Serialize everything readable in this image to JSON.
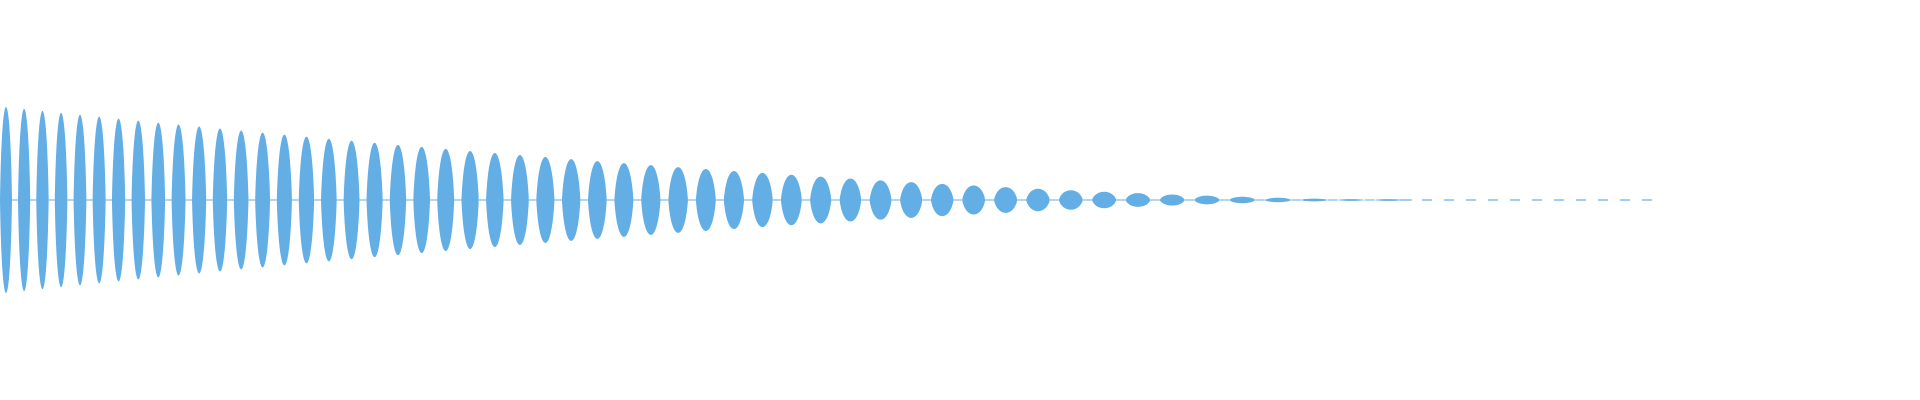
{
  "waveform": {
    "color": "#62aee5",
    "background": "#ffffff",
    "envelope": "decaying",
    "initial_amplitude": 1.0,
    "decay": "linear-to-silence",
    "silent_tail": true
  }
}
